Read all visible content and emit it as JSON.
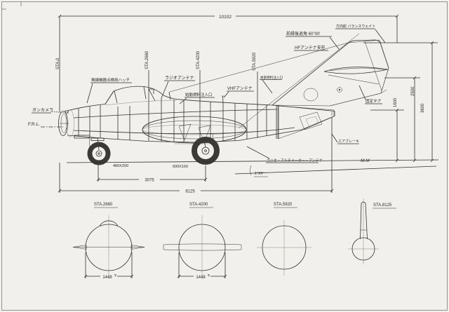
{
  "drawing": {
    "type": "aircraft three-view technical drawing",
    "colors": {
      "paper": "#f1f0ec",
      "ink": "#34322e",
      "hatch": "#8b897f"
    }
  },
  "dims": {
    "overall_length": "10102",
    "length_8125": "8125",
    "wheelbase": "3075",
    "height_1600": "1600",
    "height_2500": "2500",
    "height_3600": "3600",
    "ground_angle": "1°20′",
    "nose_tire": "480X200",
    "main_tire": "600X160"
  },
  "stations": {
    "s0": "STA.0",
    "s2660": "STA.2660",
    "s4200": "STA.4200",
    "s5920": "STA.5920"
  },
  "labels": {
    "gun_camera": "ガンカメラ",
    "frl": "F.R.L.",
    "radio_hatch": "無線機器点検用ハッチ",
    "radio_antenna": "ラジオアンテナ",
    "fuel_filler": "始動燃料注入口",
    "vhf_antenna": "VHFアンテナ",
    "rear_filler": "後部燃料注入口",
    "hf_mast": "HFアンテナ支柱",
    "sweep_angle": "前縁後退角 60°00′",
    "rudder_weight": "方向舵 バランスウェイト",
    "fixed_tab": "固定タブ",
    "air_brake": "エアブレーキ",
    "radio_altimeter": "ラジオ・アルチメーター・アンテナ",
    "mm": "M.M"
  },
  "sections": [
    {
      "title": "STA.2660",
      "diameter": "1448",
      "suffix": "φ"
    },
    {
      "title": "STA.4200",
      "diameter": "1448",
      "suffix": "φ"
    },
    {
      "title": "STA.5920"
    },
    {
      "title": "STA.8125"
    }
  ]
}
